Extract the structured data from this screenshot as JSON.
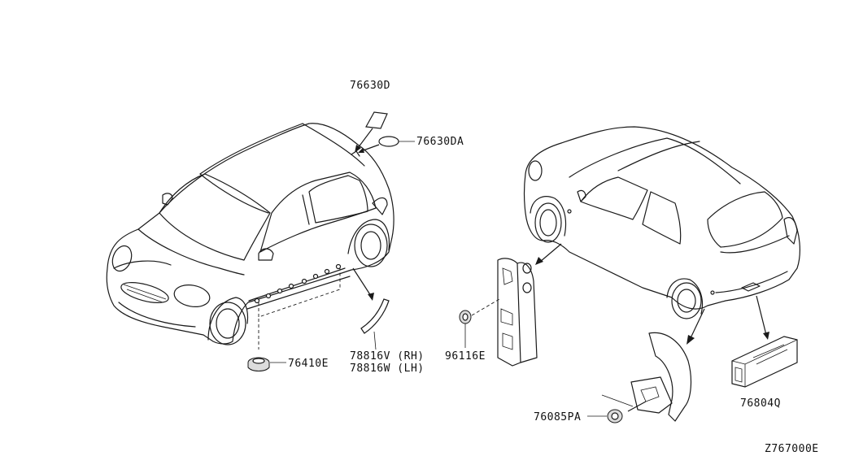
{
  "diagram": {
    "doc_code": "Z767000E",
    "callouts": [
      {
        "id": "c1",
        "lines": [
          "76630D"
        ]
      },
      {
        "id": "c2",
        "lines": [
          "76630DA"
        ]
      },
      {
        "id": "c3",
        "lines": [
          "76410E"
        ]
      },
      {
        "id": "c4",
        "lines": [
          "78816V (RH)",
          "78816W (LH)"
        ]
      },
      {
        "id": "c5",
        "lines": [
          "96116E"
        ]
      },
      {
        "id": "c6",
        "lines": [
          "76085PA"
        ]
      },
      {
        "id": "c7",
        "lines": [
          "76804Q"
        ]
      }
    ]
  }
}
